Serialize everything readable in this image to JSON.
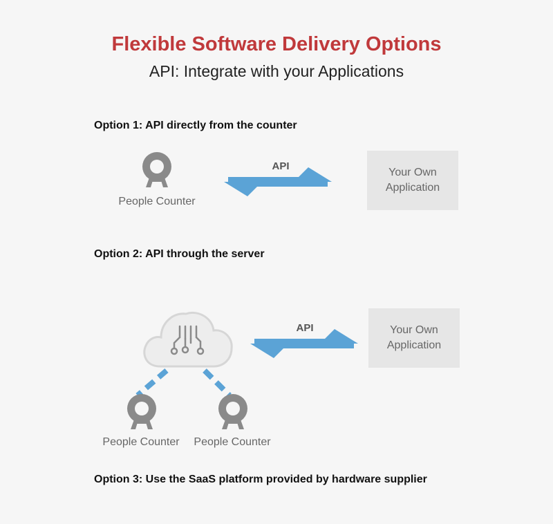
{
  "header": {
    "title": "Flexible Software Delivery Options",
    "subtitle": "API: Integrate with your Applications"
  },
  "options": [
    {
      "heading": "Option 1: API directly from the counter",
      "api_label": "API",
      "counter_label": "People Counter",
      "app_line1": "Your Own",
      "app_line2": "Application"
    },
    {
      "heading": "Option 2: API through the server",
      "api_label": "API",
      "counter_labels": [
        "People Counter",
        "People Counter"
      ],
      "app_line1": "Your Own",
      "app_line2": "Application"
    },
    {
      "heading": "Option 3: Use the SaaS platform provided by hardware supplier"
    }
  ],
  "colors": {
    "title": "#c0393b",
    "arrow": "#5ba3d6",
    "icon": "#8a8a8a",
    "box": "#e6e6e6"
  }
}
